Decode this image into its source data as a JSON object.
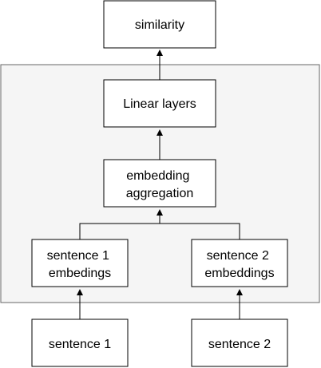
{
  "diagram": {
    "colors": {
      "background": "#ffffff",
      "container_fill": "#f5f5f5",
      "container_stroke": "#666666",
      "node_fill": "#ffffff",
      "node_stroke": "#000000",
      "edge": "#000000"
    },
    "nodes": {
      "similarity": {
        "lines": [
          "similarity"
        ]
      },
      "linear_layers": {
        "lines": [
          "Linear layers"
        ]
      },
      "embedding_aggregation": {
        "lines": [
          "embedding",
          "aggregation"
        ]
      },
      "sentence1_embeddings": {
        "lines": [
          "sentence 1",
          "embedings"
        ]
      },
      "sentence2_embeddings": {
        "lines": [
          "sentence 2",
          "embeddings"
        ]
      },
      "sentence1": {
        "lines": [
          "sentence 1"
        ]
      },
      "sentence2": {
        "lines": [
          "sentence 2"
        ]
      }
    },
    "edges": [
      {
        "from": "sentence1",
        "to": "sentence1_embeddings"
      },
      {
        "from": "sentence2",
        "to": "sentence2_embeddings"
      },
      {
        "from": "sentence1_embeddings",
        "to": "embedding_aggregation"
      },
      {
        "from": "sentence2_embeddings",
        "to": "embedding_aggregation"
      },
      {
        "from": "embedding_aggregation",
        "to": "linear_layers"
      },
      {
        "from": "linear_layers",
        "to": "similarity"
      }
    ]
  }
}
